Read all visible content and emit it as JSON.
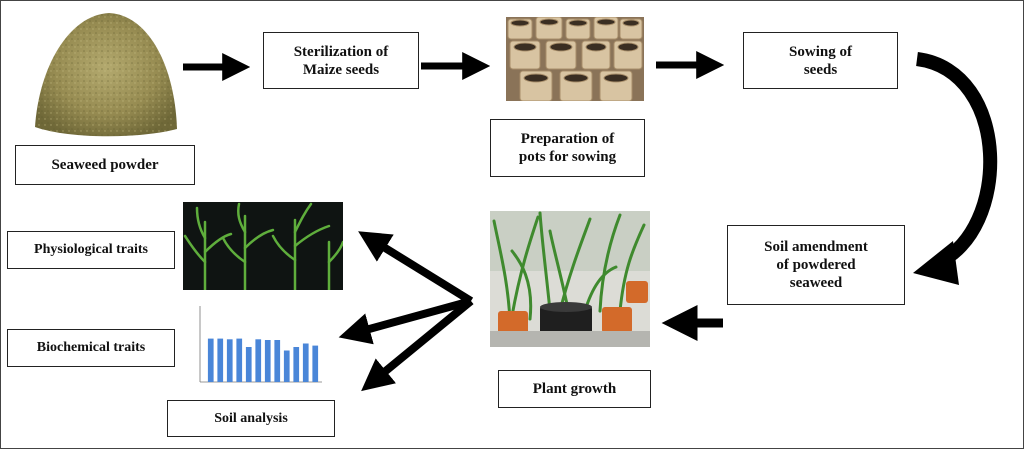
{
  "labels": {
    "seaweed_powder": "Seaweed powder",
    "sterilization": "Sterilization  of\nMaize seeds",
    "preparation": "Preparation  of\npots for sowing",
    "sowing": "Sowing of\nseeds",
    "soil_amendment": "Soil amendment\nof powdered\nseaweed",
    "plant_growth": "Plant growth",
    "physiological": "Physiological traits",
    "biochemical": "Biochemical traits",
    "soil_analysis": "Soil analysis"
  },
  "colors": {
    "arrow": "#000000",
    "box_border": "#222222",
    "bar_fill": "#4a86d8"
  },
  "mini_chart": {
    "values": [
      0.62,
      0.62,
      0.61,
      0.62,
      0.5,
      0.61,
      0.6,
      0.6,
      0.45,
      0.5,
      0.55,
      0.52
    ]
  }
}
